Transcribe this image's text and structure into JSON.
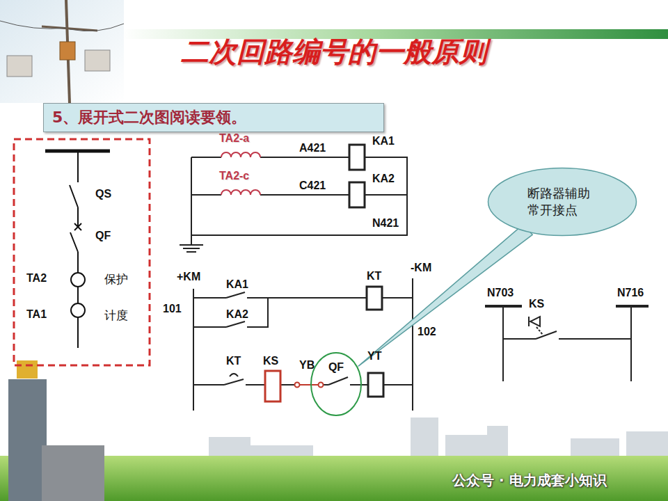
{
  "diagram": {
    "title": "二次回路编号的一般原则",
    "nodes": [
      {
        "text": [
          "5、展开式二次图阅读要领。"
        ]
      },
      {
        "text": [
          "断路器辅助 常开接点"
        ]
      },
      {
        "text": [
          "QF"
        ]
      }
    ],
    "edges": [
      {
        "from": 1,
        "to": 2,
        "arrow": "none"
      }
    ],
    "labels": [
      "TA2-a",
      "A421",
      "KA1",
      "QS",
      "TA2-c",
      "C421",
      "KA2",
      "QF",
      "N421",
      "TA2",
      "保护",
      "+KM",
      "KA1",
      "KT",
      "-KM",
      "N703",
      "N716",
      "101",
      "102",
      "KA2",
      "KS",
      "TA1",
      "计度",
      "KT",
      "KS",
      "YB",
      "YT",
      "公众号 · 电力成套小知识"
    ]
  }
}
